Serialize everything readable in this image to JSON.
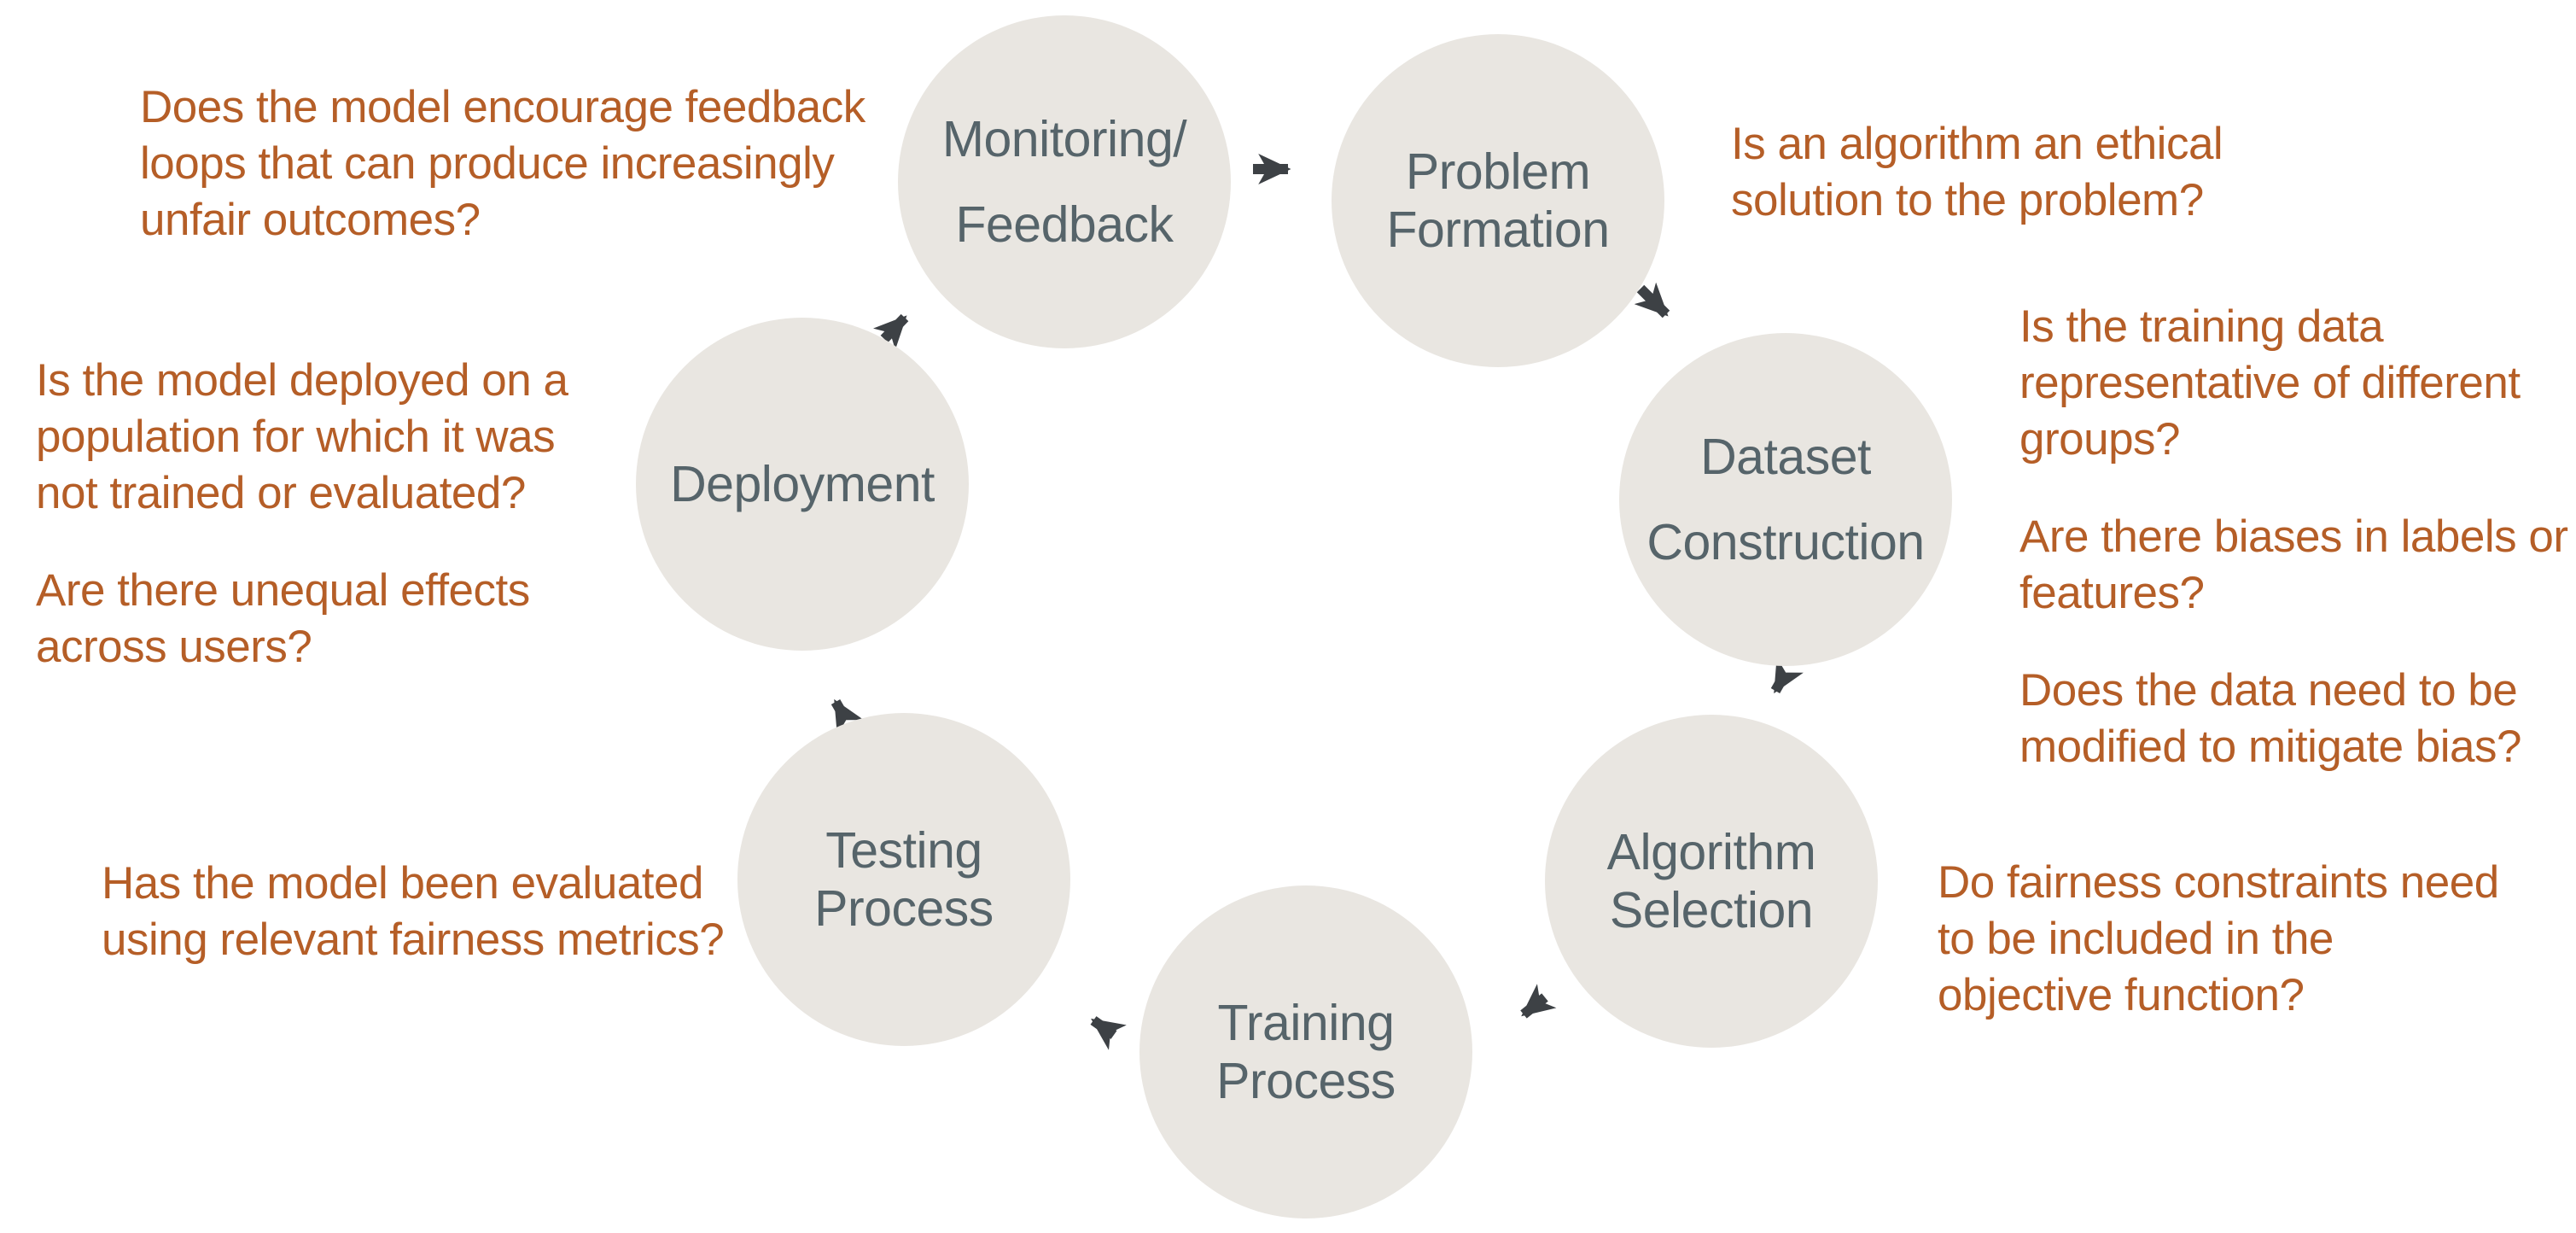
{
  "diagram": {
    "type": "cycle",
    "subject": "machine-learning lifecycle fairness questions",
    "colors": {
      "background": "#ffffff",
      "node_fill": "#e9e6e1",
      "node_text": "#56646a",
      "annotation_text": "#b55e27",
      "arrow": "#3d4145"
    },
    "stages": [
      {
        "id": "monitoring-feedback",
        "line1": "Monitoring/",
        "line2": "Feedback"
      },
      {
        "id": "problem-formation",
        "line1": "Problem",
        "line2": "Formation"
      },
      {
        "id": "dataset-construction",
        "line1": "Dataset",
        "line2": "Construction"
      },
      {
        "id": "algorithm-selection",
        "line1": "Algorithm",
        "line2": "Selection"
      },
      {
        "id": "training-process",
        "line1": "Training",
        "line2": "Process"
      },
      {
        "id": "testing-process",
        "line1": "Testing",
        "line2": "Process"
      },
      {
        "id": "deployment",
        "line1": "Deployment",
        "line2": ""
      }
    ],
    "edges": [
      {
        "from": "Monitoring/Feedback",
        "to": "Problem Formation"
      },
      {
        "from": "Problem Formation",
        "to": "Dataset Construction"
      },
      {
        "from": "Dataset Construction",
        "to": "Algorithm Selection"
      },
      {
        "from": "Algorithm Selection",
        "to": "Training Process"
      },
      {
        "from": "Training Process",
        "to": "Testing Process"
      },
      {
        "from": "Testing Process",
        "to": "Deployment"
      },
      {
        "from": "Deployment",
        "to": "Monitoring/Feedback"
      }
    ],
    "annotations": [
      {
        "stage": "monitoring-feedback",
        "paragraphs": [
          {
            "lines": [
              "Does the model encourage feedback",
              "loops that can produce increasingly",
              "unfair outcomes?"
            ]
          }
        ]
      },
      {
        "stage": "problem-formation",
        "paragraphs": [
          {
            "lines": [
              "Is an algorithm an ethical",
              "solution to the problem?"
            ]
          }
        ]
      },
      {
        "stage": "dataset-construction",
        "paragraphs": [
          {
            "lines": [
              "Is the training data",
              "representative of different",
              "groups?"
            ]
          },
          {
            "lines": [
              "Are there biases in labels or",
              "features?"
            ]
          },
          {
            "lines": [
              "Does the data need to be",
              "modified to mitigate bias?"
            ]
          }
        ]
      },
      {
        "stage": "algorithm-selection",
        "paragraphs": [
          {
            "lines": [
              "Do fairness constraints need",
              "to be included in the",
              "objective function?"
            ]
          }
        ]
      },
      {
        "stage": "testing-process",
        "paragraphs": [
          {
            "lines": [
              "Has the model been evaluated",
              "using relevant fairness metrics?"
            ]
          }
        ]
      },
      {
        "stage": "deployment",
        "paragraphs": [
          {
            "lines": [
              "Is the model deployed on a",
              "population for which it was",
              "not trained or evaluated?"
            ]
          },
          {
            "lines": [
              "Are there unequal effects",
              "across users?"
            ]
          }
        ]
      }
    ]
  }
}
